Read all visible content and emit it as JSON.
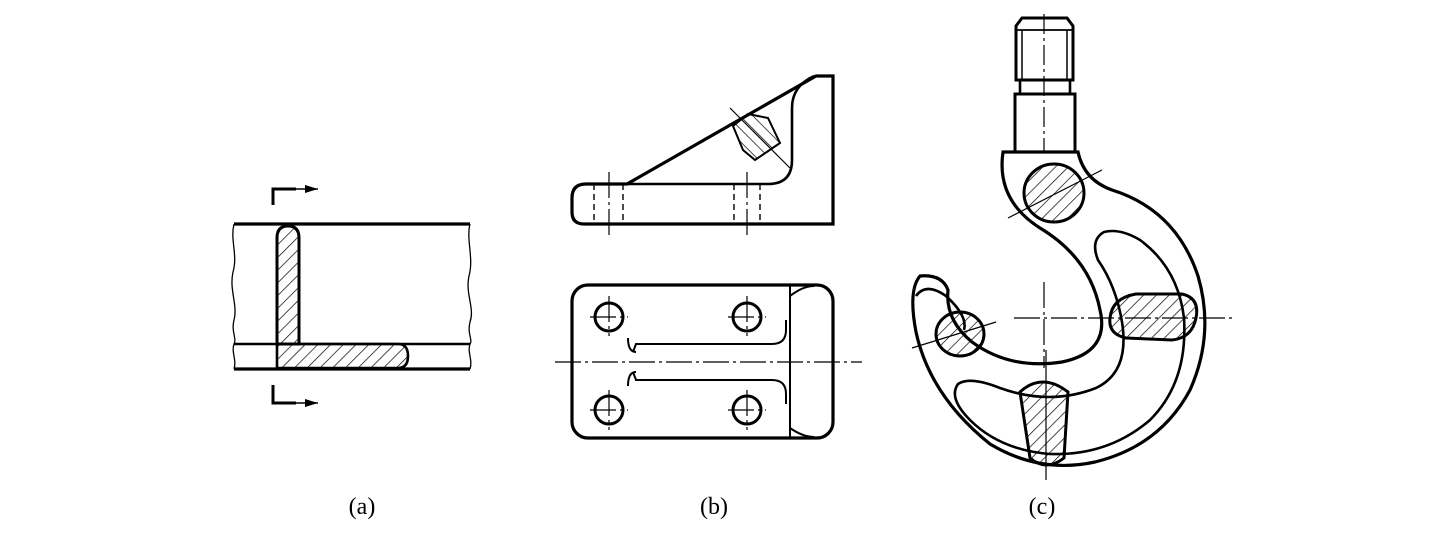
{
  "figure": {
    "panels": [
      {
        "id": "a",
        "label": "(a)"
      },
      {
        "id": "b",
        "label": "(b)"
      },
      {
        "id": "c",
        "label": "(c)"
      }
    ],
    "colors": {
      "line": "#000000",
      "background": "#ffffff"
    }
  }
}
